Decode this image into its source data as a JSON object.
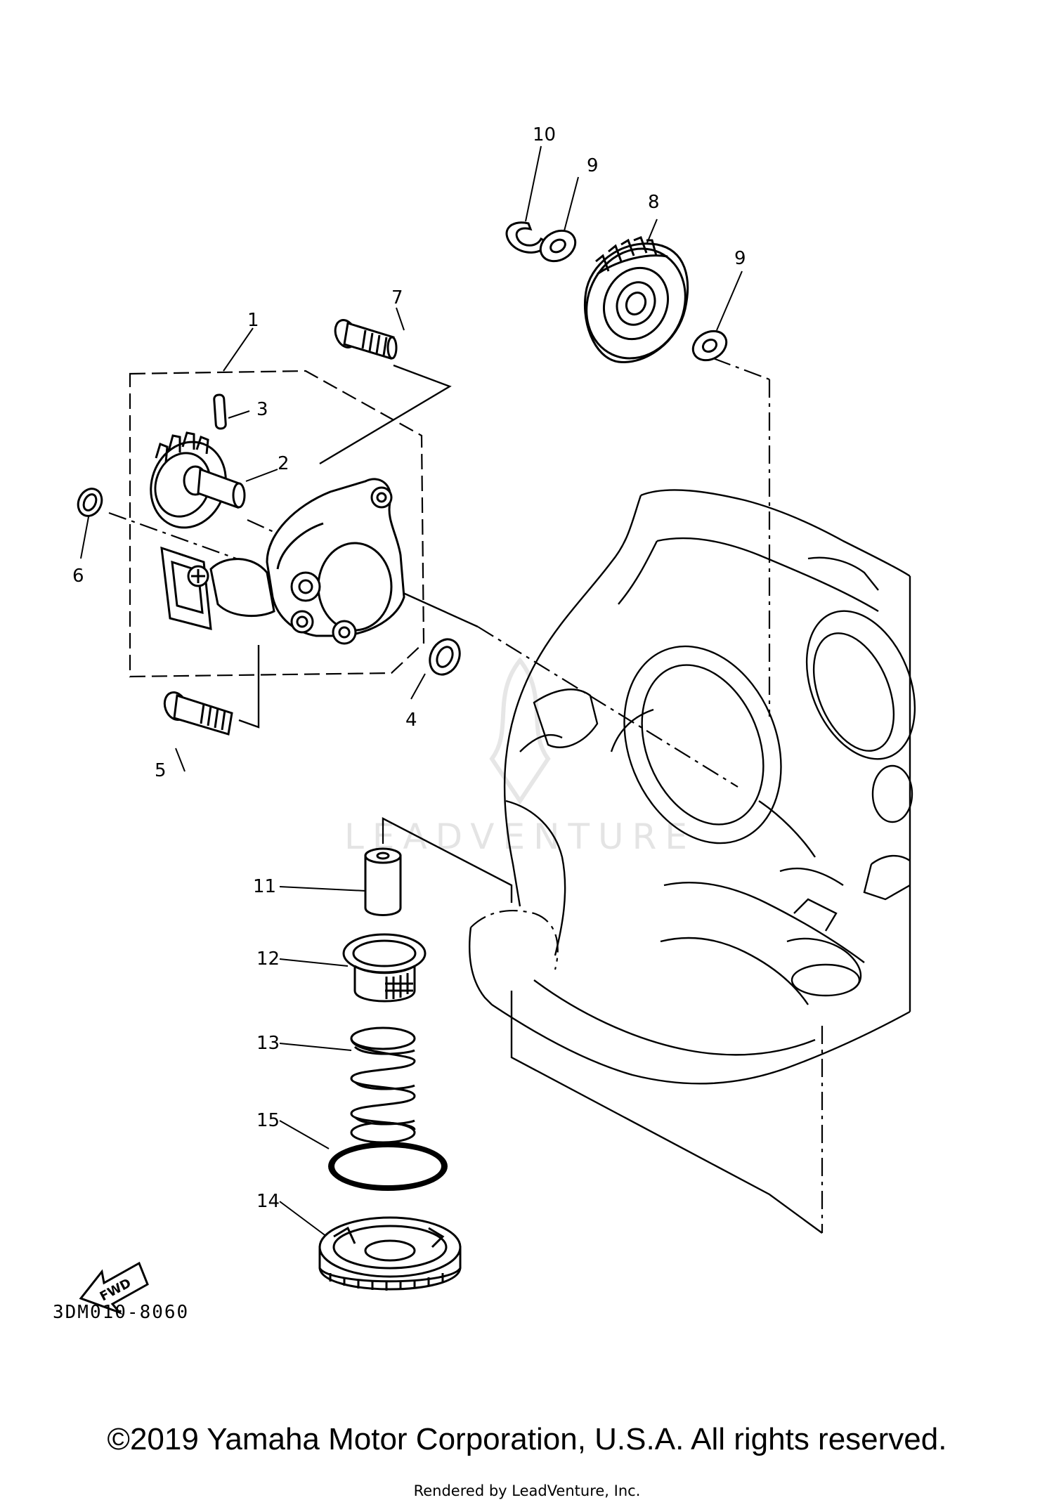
{
  "callouts": {
    "p1": "1",
    "p2": "2",
    "p3": "3",
    "p4": "4",
    "p5": "5",
    "p6": "6",
    "p7": "7",
    "p8": "8",
    "p9a": "9",
    "p9b": "9",
    "p10": "10",
    "p11": "11",
    "p12": "12",
    "p13": "13",
    "p14": "14",
    "p15": "15"
  },
  "diagram_code": "3DM010-8060",
  "fwd_label": "FWD",
  "watermark": "LEADVENTURE",
  "footer": {
    "copyright": "©2019 Yamaha Motor Corporation, U.S.A. All rights reserved.",
    "rendered_by": "Rendered by LeadVenture, Inc."
  },
  "colors": {
    "ink": "#000000",
    "background": "#ffffff",
    "watermark": "#e4e4e4"
  }
}
